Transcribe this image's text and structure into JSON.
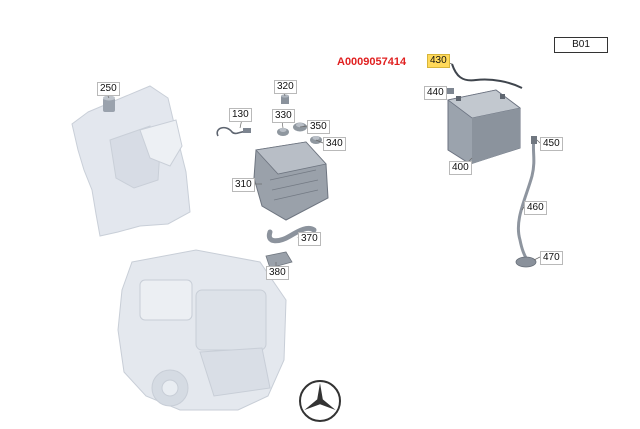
{
  "diagram": {
    "part_number": "A0009057414",
    "reference": "B01",
    "callouts": [
      {
        "id": "250",
        "label": "250",
        "highlighted": false
      },
      {
        "id": "320",
        "label": "320",
        "highlighted": false
      },
      {
        "id": "130",
        "label": "130",
        "highlighted": false
      },
      {
        "id": "330",
        "label": "330",
        "highlighted": false
      },
      {
        "id": "350",
        "label": "350",
        "highlighted": false
      },
      {
        "id": "340",
        "label": "340",
        "highlighted": false
      },
      {
        "id": "310",
        "label": "310",
        "highlighted": false
      },
      {
        "id": "370",
        "label": "370",
        "highlighted": false
      },
      {
        "id": "380",
        "label": "380",
        "highlighted": false
      },
      {
        "id": "430",
        "label": "430",
        "highlighted": true
      },
      {
        "id": "440",
        "label": "440",
        "highlighted": false
      },
      {
        "id": "450",
        "label": "450",
        "highlighted": false
      },
      {
        "id": "400",
        "label": "400",
        "highlighted": false
      },
      {
        "id": "460",
        "label": "460",
        "highlighted": false
      },
      {
        "id": "470",
        "label": "470",
        "highlighted": false
      }
    ],
    "colors": {
      "highlight": "#ffd95a",
      "partno": "#e02020",
      "line": "#6b6b6b",
      "ghost": "#d6dbe3"
    },
    "logo": "mercedes-star-icon"
  }
}
